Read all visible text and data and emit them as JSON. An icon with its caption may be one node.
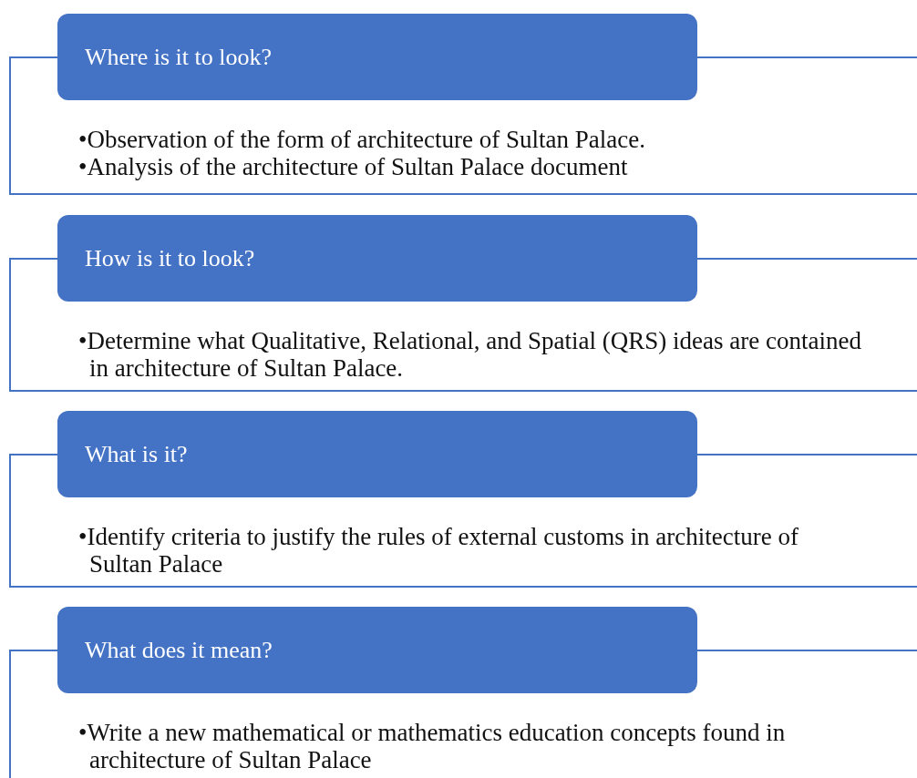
{
  "diagram": {
    "nodes": [
      {
        "text": [
          "Where is it to look?"
        ]
      },
      {
        "text": [
          "•Observation of the form of architecture of Sultan Palace.",
          "•Analysis of the architecture of Sultan Palace document"
        ]
      },
      {
        "text": [
          "How is it to look?"
        ]
      },
      {
        "text": [
          "•Determine what Qualitative, Relational, and Spatial (QRS) ideas are contained in architecture of Sultan Palace."
        ]
      },
      {
        "text": [
          "What is it?"
        ]
      },
      {
        "text": [
          "•Identify criteria to justify the rules of external customs in architecture of Sultan Palace"
        ]
      },
      {
        "text": [
          "What does it mean?"
        ]
      },
      {
        "text": [
          "•Write a new mathematical or mathematics education concepts found in architecture of Sultan Palace"
        ]
      }
    ]
  }
}
